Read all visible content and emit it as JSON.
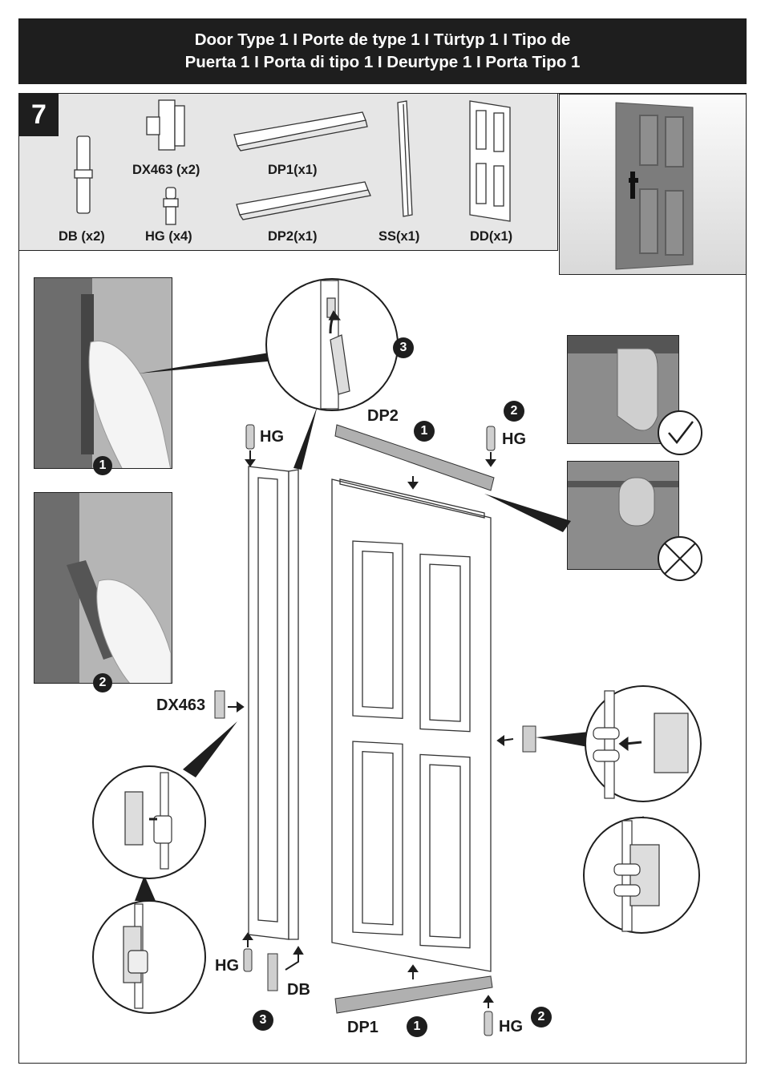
{
  "header": {
    "line1": "Door Type 1 I Porte de type 1 I Türtyp 1 I Tipo de",
    "line2": "Puerta 1 I Porta di tipo 1 I Deurtype 1 I Porta Tipo 1"
  },
  "step": "7",
  "parts": [
    {
      "code": "DB (x2)"
    },
    {
      "code": "DX463 (x2)"
    },
    {
      "code": "HG (x4)"
    },
    {
      "code": "DP1(x1)"
    },
    {
      "code": "DP2(x1)"
    },
    {
      "code": "SS(x1)"
    },
    {
      "code": "DD(x1)"
    }
  ],
  "sequence_numbers": {
    "one": "1",
    "two": "2",
    "three": "3"
  },
  "callouts": {
    "hg": "HG",
    "dp2": "DP2",
    "dp1": "DP1",
    "dx463": "DX463",
    "db": "DB"
  },
  "colors": {
    "title_bg": "#1e1e1e",
    "panel_bg": "#e6e6e6",
    "photo_gray": "#8a8a8a"
  }
}
